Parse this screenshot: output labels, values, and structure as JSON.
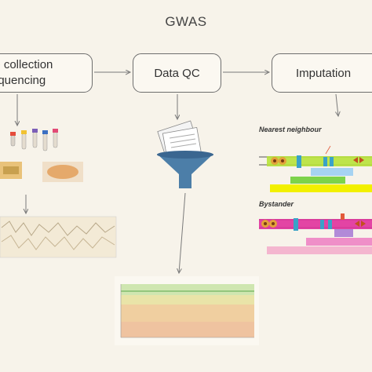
{
  "title": "GWAS",
  "boxes": {
    "sample_line1": "le collection",
    "sample_line2": "equencing",
    "qc": "Data QC",
    "imputation": "Imputation"
  },
  "imputation_panel": {
    "nearest_label": "Nearest neighbour",
    "bystander_label": "Bystander"
  },
  "colors": {
    "box_border": "#6e6e6e",
    "arrow": "#7a7a7a",
    "funnel": "#4c7ea8",
    "gene_green": "#b7e23a",
    "gene_magenta": "#e0319c",
    "bar_blue": "#a6d3f2",
    "bar_green": "#7dd34a",
    "bar_yellow": "#f2f000",
    "bar_purple": "#b28ad8",
    "bar_pink": "#ef8fc8",
    "bar_pale_pink": "#f4b6cf"
  }
}
